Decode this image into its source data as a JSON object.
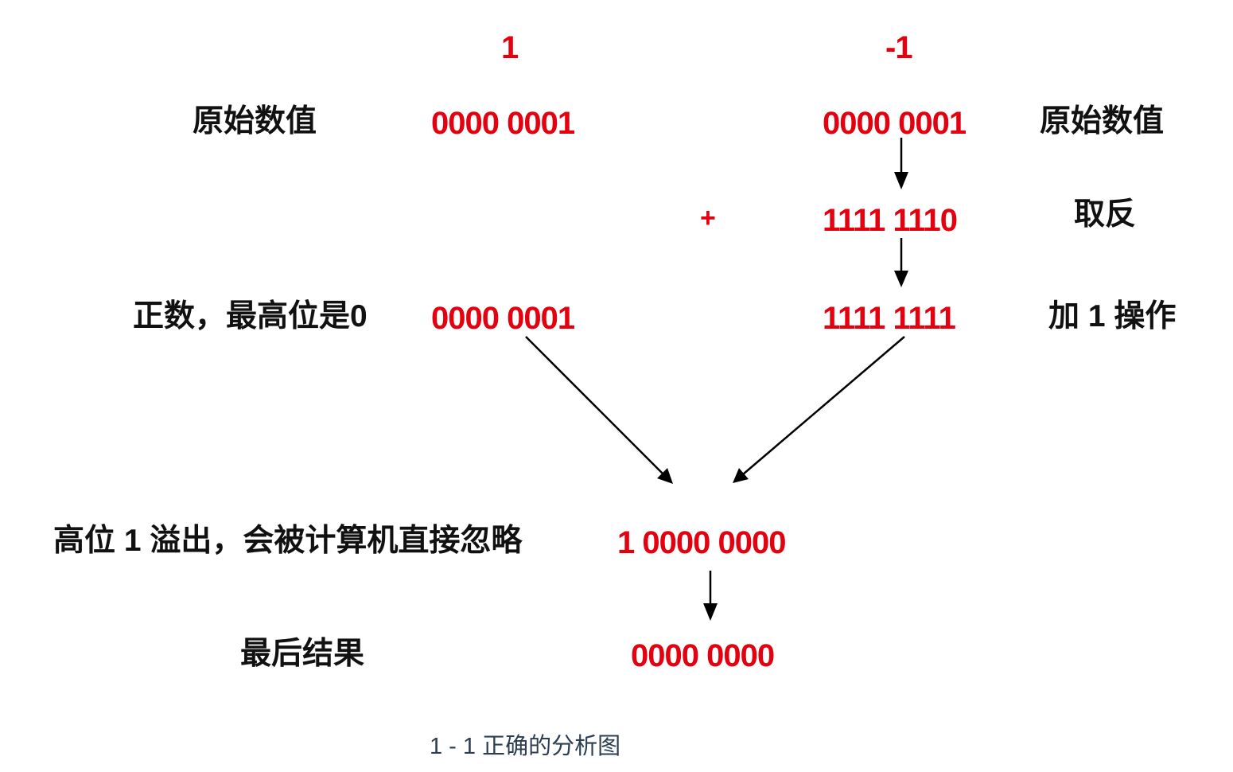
{
  "diagram": {
    "columns": {
      "positive": {
        "header": "1"
      },
      "negative": {
        "header": "-1"
      }
    },
    "labels_left": {
      "original": "原始数值",
      "positive_msb": "正数，最高位是0",
      "overflow": "高位 1 溢出，会被计算机直接忽略",
      "final": "最后结果"
    },
    "labels_right": {
      "original": "原始数值",
      "invert": "取反",
      "add_one": "加 1 操作"
    },
    "values": {
      "pos_original": "0000 0001",
      "pos_operand": "0000 0001",
      "neg_original": "0000 0001",
      "neg_inverted": "1111 1110",
      "neg_complement": "1111 1111",
      "plus_sign": "+",
      "sum_overflow": "1 0000 0000",
      "result": "0000 0000"
    },
    "colors": {
      "value_red": "#e3000f",
      "label_black": "#111111",
      "caption_gray": "#2c3e50"
    }
  },
  "caption": "1 - 1 正确的分析图"
}
